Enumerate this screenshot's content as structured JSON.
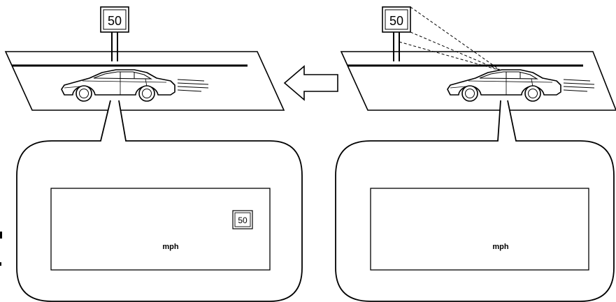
{
  "left_scene": {
    "road_sign_value": "50",
    "display_sign_value": "50",
    "display_unit": "mph"
  },
  "right_scene": {
    "road_sign_value": "50",
    "display_unit": "mph"
  },
  "colors": {
    "line": "#000000",
    "background": "#ffffff"
  }
}
